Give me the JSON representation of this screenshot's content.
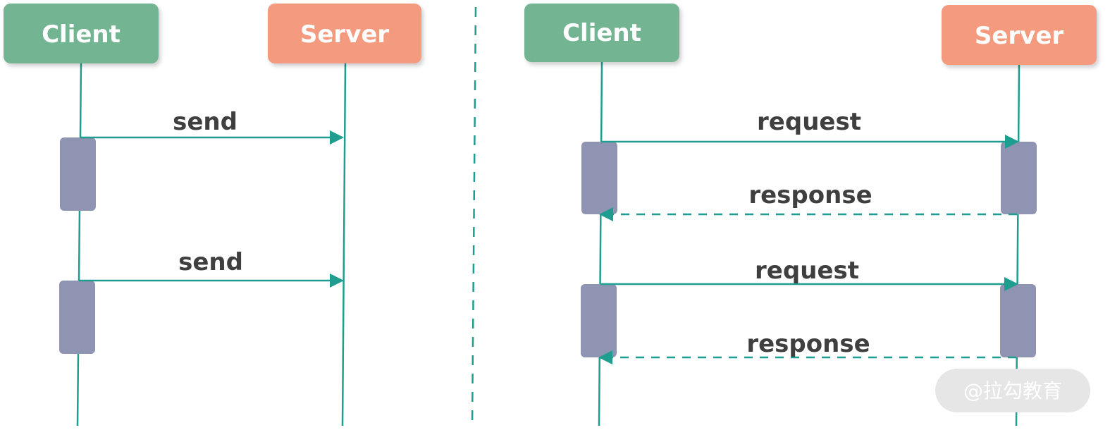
{
  "diagram": {
    "left": {
      "client_label": "Client",
      "server_label": "Server",
      "messages": [
        "send",
        "send"
      ]
    },
    "right": {
      "client_label": "Client",
      "server_label": "Server",
      "messages": [
        "request",
        "response",
        "request",
        "response"
      ]
    },
    "watermark": "@拉勾教育"
  },
  "colors": {
    "client": "#73b593",
    "server": "#f39a7f",
    "line": "#1f9e8f",
    "activation": "#9094b3",
    "label": "#3f3f3f",
    "watermark_bg": "#e6e6e6"
  }
}
